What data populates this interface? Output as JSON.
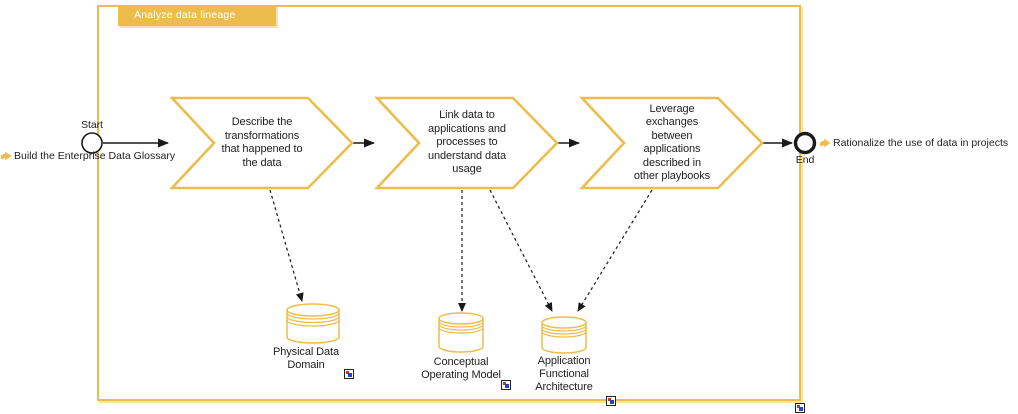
{
  "title_tab": {
    "label": "Analyze data lineage"
  },
  "events": {
    "start_label": "Start",
    "end_label": "End"
  },
  "external_refs": {
    "input": "Build the Enterprise Data Glossary",
    "output": "Rationalize the use of data in projects"
  },
  "steps": [
    {
      "label": "Describe the\ntransformations\nthat happened to\nthe data"
    },
    {
      "label": "Link data to\napplications and\nprocesses to\nunderstand data\nusage"
    },
    {
      "label": "Leverage\nexchanges\nbetween\napplications\ndescribed in\nother playbooks"
    }
  ],
  "datastores": [
    {
      "label": "Physical Data\nDomain"
    },
    {
      "label": "Conceptual\nOperating Model"
    },
    {
      "label": "Application\nFunctional\nArchitecture"
    }
  ],
  "icons": {
    "process_link": "gold-process-arrow",
    "model_link": "model-shortcut-square"
  },
  "colors": {
    "gold": "#edbd4c",
    "text": "#1f1f1f",
    "line": "#1a1a1a",
    "tab_text": "#ffffff",
    "icon_red": "#cc3322",
    "icon_blue": "#2244cc"
  }
}
